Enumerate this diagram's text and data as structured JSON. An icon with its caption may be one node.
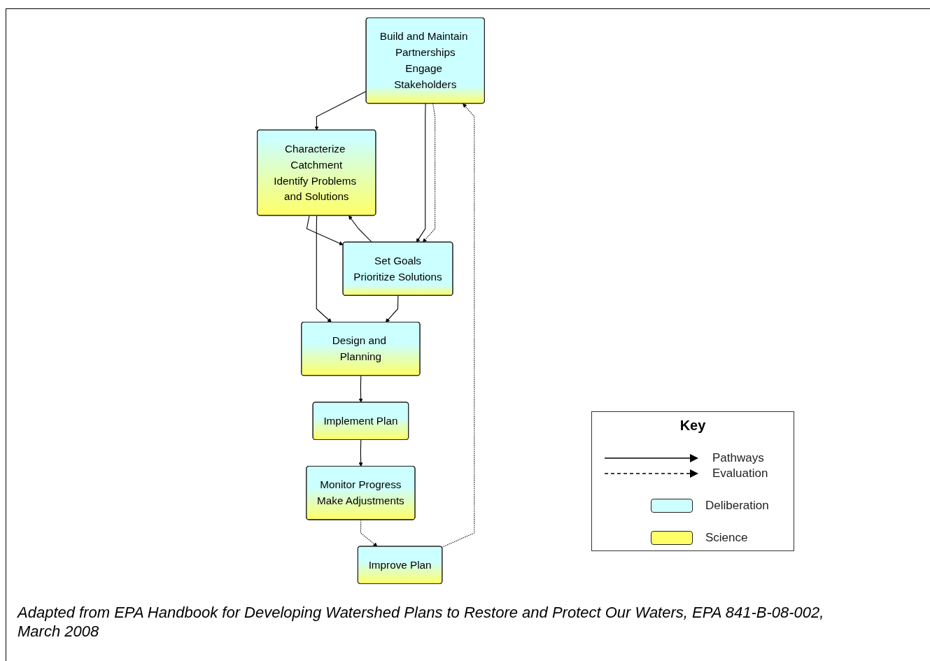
{
  "diagram": {
    "caption": "Adapted from EPA Handbook for Developing Watershed Plans to Restore and Protect Our Waters, EPA 841-B-08-002, March 2008",
    "nodes": [
      {
        "text": [
          "Build and Maintain Partnerships",
          "Engage Stakeholders"
        ]
      },
      {
        "text": [
          "Characterize Catchment",
          "Identify Problems and Solutions"
        ]
      },
      {
        "text": [
          "Set Goals",
          "Prioritize Solutions"
        ]
      },
      {
        "text": [
          "Design and Planning"
        ]
      },
      {
        "text": [
          "Improve Plan"
        ]
      },
      {
        "text": [
          "Implement Plan"
        ]
      },
      {
        "text": [
          "Monitor Progress",
          "Make Adjustments"
        ]
      }
    ],
    "edges": [
      {
        "from": 0,
        "to": 1,
        "arrow": "to"
      },
      {
        "from": 0,
        "to": 2,
        "arrow": "to"
      },
      {
        "from": 0,
        "to": 2,
        "arrow": "to",
        "style": "dashed"
      },
      {
        "from": 1,
        "to": 2,
        "arrow": "to"
      },
      {
        "from": 2,
        "to": 1,
        "arrow": "to"
      },
      {
        "from": 1,
        "to": 3,
        "arrow": "to"
      },
      {
        "from": 2,
        "to": 3,
        "arrow": "to"
      },
      {
        "from": 3,
        "to": 5,
        "arrow": "to"
      },
      {
        "from": 5,
        "to": 6,
        "arrow": "to"
      },
      {
        "from": 6,
        "to": 4,
        "arrow": "to",
        "style": "dashed"
      },
      {
        "from": 4,
        "to": 0,
        "arrow": "to",
        "style": "dashed"
      }
    ],
    "labels": [
      "Key"
    ],
    "legend": [
      {
        "text": "Pathways"
      },
      {
        "text": "Evaluation"
      },
      {
        "text": "Deliberation",
        "color": "#ccffff"
      },
      {
        "text": "Science",
        "color": "#ffff66"
      }
    ]
  }
}
